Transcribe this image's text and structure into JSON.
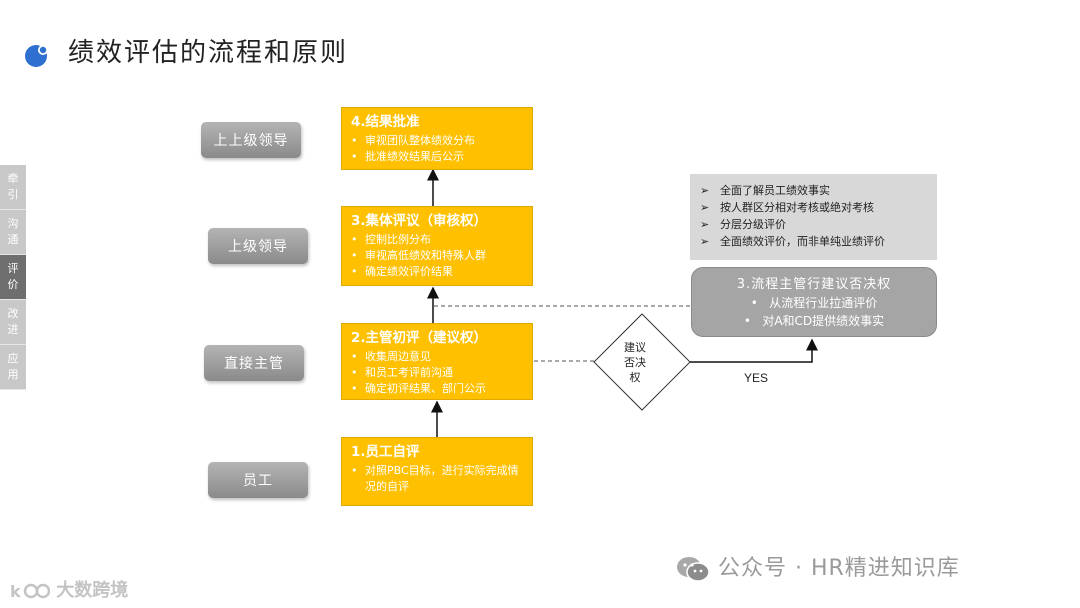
{
  "title": "绩效评估的流程和原则",
  "sidebar": {
    "items": [
      {
        "c1": "牵",
        "c2": "引",
        "active": false
      },
      {
        "c1": "沟",
        "c2": "通",
        "active": false
      },
      {
        "c1": "评",
        "c2": "价",
        "active": true
      },
      {
        "c1": "改",
        "c2": "进",
        "active": false
      },
      {
        "c1": "应",
        "c2": "用",
        "active": false
      }
    ]
  },
  "roles": {
    "top_leader": "上上级领导",
    "leader": "上级领导",
    "manager": "直接主管",
    "employee": "员工"
  },
  "steps": {
    "s4": {
      "title": "4.结果批准",
      "items": [
        "审视团队整体绩效分布",
        "批准绩效结果后公示"
      ]
    },
    "s3": {
      "title": "3.集体评议（审核权）",
      "items": [
        "控制比例分布",
        "审视高低绩效和特殊人群",
        "确定绩效评价结果"
      ]
    },
    "s2": {
      "title": "2.主管初评（建议权）",
      "items": [
        "收集周边意见",
        "和员工考评前沟通",
        "确定初评结果、部门公示"
      ]
    },
    "s1": {
      "title": "1.员工自评",
      "items": [
        "对照PBC目标，进行实际完成情况的自评"
      ]
    }
  },
  "principles": {
    "marker": "➢",
    "items": [
      "全面了解员工绩效事实",
      "按人群区分相对考核或绝对考核",
      "分层分级评价",
      "全面绩效评价，而非单纯业绩评价"
    ]
  },
  "veto": {
    "title": "3.流程主管行建议否决权",
    "items": [
      "从流程行业拉通评价",
      "对A和CD提供绩效事实"
    ]
  },
  "decision": {
    "l1": "建议",
    "l2": "否决",
    "l3": "权"
  },
  "yes_label": "YES",
  "watermark": {
    "right": "公众号 · HR精进知识库",
    "left": "大数跨境"
  },
  "colors": {
    "step": "#ffc000",
    "role": "#a0a0a0",
    "note": "#d8d8d8",
    "veto": "#a5a5a5",
    "title_icon": "#2f6fd0"
  }
}
